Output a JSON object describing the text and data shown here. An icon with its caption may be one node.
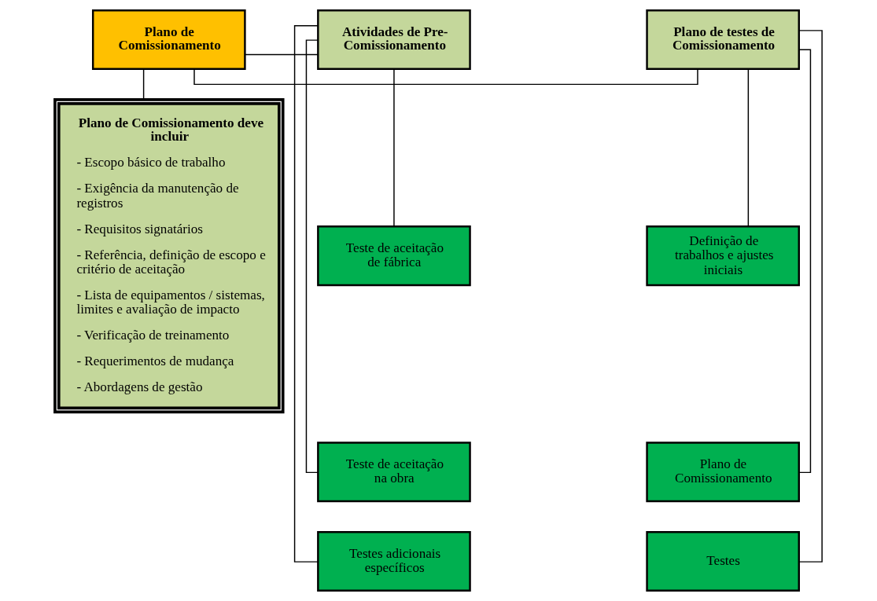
{
  "diagram": {
    "nodes": [
      {
        "text": [
          "Plano de Comissionamento"
        ]
      },
      {
        "text": [
          "Plano de Comissionamento deve incluir",
          "- Escopo básico de trabalho",
          "- Exigência da manutenção de registros",
          "- Requisitos signatários",
          "- Referência, definição de escopo e critério de aceitação",
          "- Lista de equipamentos / sistemas, limites e avaliação de impacto",
          "- Verificação de treinamento",
          "- Requerimentos de mudança",
          "- Abordagens de gestão"
        ]
      },
      {
        "text": [
          "Atividades de Pre-Comissionamento"
        ]
      },
      {
        "text": [
          "Plano de testes de Comissionamento"
        ]
      },
      {
        "text": [
          "Teste de aceitação de fábrica"
        ]
      },
      {
        "text": [
          "Teste de aceitação na obra"
        ]
      },
      {
        "text": [
          "Testes adicionais específicos"
        ]
      },
      {
        "text": [
          "Definição de trabalhos e ajustes iniciais"
        ]
      },
      {
        "text": [
          "Plano de Comissionamento"
        ]
      },
      {
        "text": [
          "Testes"
        ]
      }
    ],
    "edges": [
      {
        "from": 0,
        "to": 1,
        "arrow": "none"
      },
      {
        "from": 0,
        "to": 2,
        "arrow": "none"
      },
      {
        "from": 0,
        "to": 3,
        "arrow": "none"
      },
      {
        "from": 2,
        "to": 4,
        "arrow": "none"
      },
      {
        "from": 2,
        "to": 5,
        "arrow": "none"
      },
      {
        "from": 2,
        "to": 6,
        "arrow": "none"
      },
      {
        "from": 3,
        "to": 7,
        "arrow": "none"
      },
      {
        "from": 3,
        "to": 8,
        "arrow": "none"
      },
      {
        "from": 3,
        "to": 9,
        "arrow": "none"
      }
    ]
  }
}
